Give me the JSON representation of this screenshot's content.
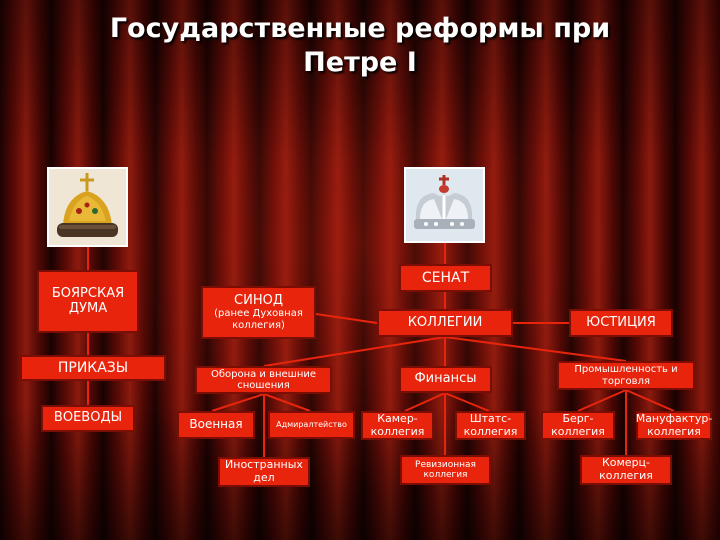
{
  "title": {
    "line1": "Государственные реформы при",
    "line2": "Петре I"
  },
  "left_branch": {
    "duma": "БОЯРСКАЯ ДУМА",
    "prikazy": "ПРИКАЗЫ",
    "voevody": "ВОЕВОДЫ"
  },
  "senat": "СЕНАТ",
  "sinod": {
    "name": "СИНОД",
    "note": "(ранее Духовная коллегия)"
  },
  "kollegii": "КОЛЛЕГИИ",
  "justice": "ЮСТИЦИЯ",
  "groups": {
    "defense": {
      "label": "Оборона и внешние сношения",
      "items": [
        "Военная",
        "Адмиралтейство",
        "Иностранных дел"
      ]
    },
    "finance": {
      "label": "Финансы",
      "items": [
        "Камер-коллегия",
        "Штатс-коллегия",
        "Ревизионная коллегия"
      ]
    },
    "industry": {
      "label": "Промышленность и торговля",
      "items": [
        "Берг-коллегия",
        "Мануфактур-коллегия",
        "Комерц-коллегия"
      ]
    }
  },
  "icons": {
    "left": "cap-of-monomakh-icon",
    "right": "imperial-crown-icon"
  },
  "colors": {
    "box": "#e8250c",
    "line": "#e8250c",
    "title": "#ffffff"
  }
}
